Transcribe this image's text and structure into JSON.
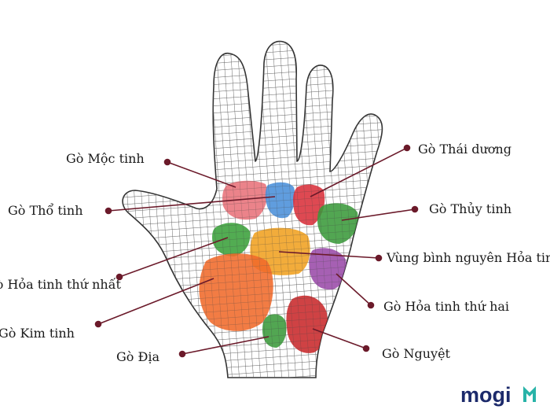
{
  "diagram": {
    "labels": {
      "moc_tinh": "Gò Mộc tinh",
      "tho_tinh": "Gò Thổ tinh",
      "hoa_tinh_1": "Gò Hỏa tinh thứ nhất",
      "kim_tinh": "Gò Kim tinh",
      "dia": "Gò Địa",
      "thai_duong": "Gò Thái dương",
      "thuy_tinh": "Gò Thủy tinh",
      "binh_nguyen": "Vùng bình nguyên Hỏa tinh",
      "hoa_tinh_2": "Gò Hỏa tinh thứ hai",
      "nguyet": "Gò Nguyệt"
    },
    "colors": {
      "moc_tinh": "#e8727a",
      "tho_tinh": "#4a90d9",
      "thai_duong": "#d9303a",
      "thuy_tinh": "#3a9a3a",
      "hoa_tinh_1": "#3aa03a",
      "binh_nguyen": "#f0a020",
      "hoa_tinh_2": "#9a4aa8",
      "kim_tinh": "#f06a2a",
      "dia": "#3a9a3a",
      "nguyet": "#c8282a",
      "leader": "#6b1a2a",
      "mesh": "#555555"
    },
    "watermark": "mogi"
  }
}
